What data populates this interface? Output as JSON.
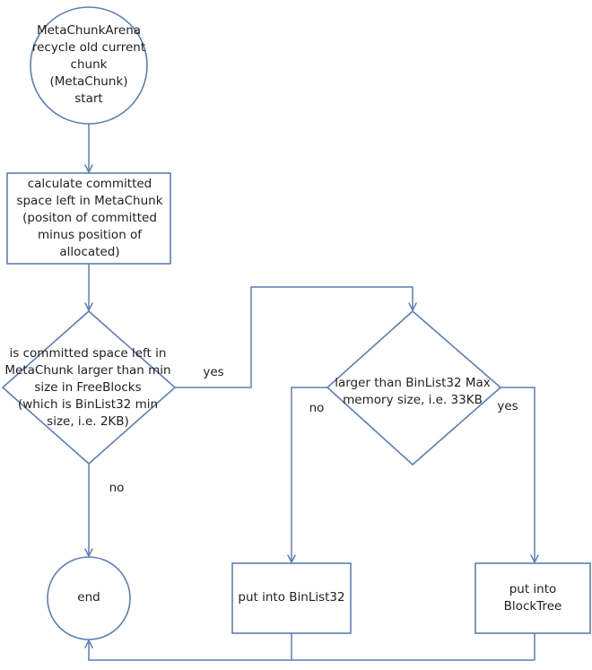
{
  "nodes": {
    "start": "MetaChunkArena\nrecycle old current\nchunk\n(MetaChunk)\nstart",
    "calculate": "calculate committed\nspace left in MetaChunk\n(positon of committed\nminus position of\nallocated)",
    "decision_min": "is committed space left in\nMetaChunk larger than min\nsize in FreeBlocks\n(which is BinList32 min\nsize,  i.e. 2KB)",
    "decision_max": "larger than BinList32 Max\nmemory size, i.e. 33KB",
    "end": "end",
    "binlist": "put into BinList32",
    "blocktree": "put into\nBlockTree"
  },
  "edges": {
    "min_yes": "yes",
    "min_no": "no",
    "max_no": "no",
    "max_yes": "yes"
  },
  "colors": {
    "stroke": "#5b7fb5",
    "text": "#1f1f1f"
  }
}
